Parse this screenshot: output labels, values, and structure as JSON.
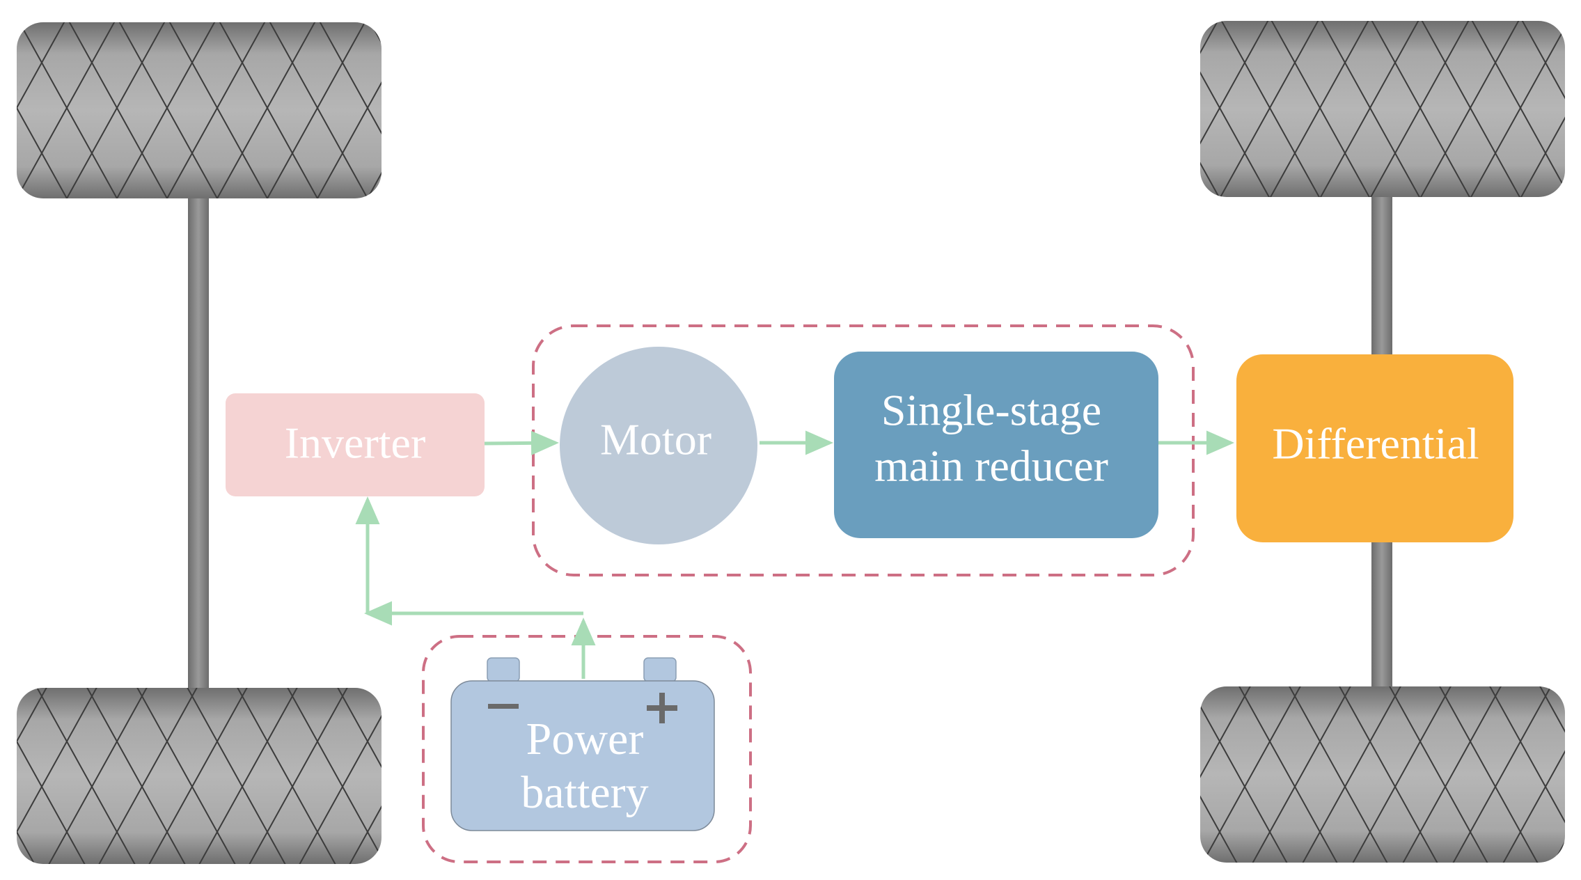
{
  "components": {
    "inverter": {
      "label": "Inverter",
      "color": "#f5d3d3"
    },
    "motor": {
      "label": "Motor",
      "color": "#bdcad8"
    },
    "reducer": {
      "line1": "Single-stage",
      "line2": "main reducer",
      "color": "#6a9ebe"
    },
    "differential": {
      "label": "Differential",
      "color": "#f9b03d"
    },
    "battery": {
      "line1": "Power",
      "line2": "battery",
      "color": "#b2c7df",
      "neg_symbol": "−",
      "pos_symbol": "+"
    }
  },
  "colors": {
    "arrow": "#a8dcb6",
    "dashed_boundary": "#cd6f84",
    "tire": "#8f8f8f",
    "axle": "#7d7d7d"
  },
  "tires": [
    "front-left",
    "rear-left",
    "front-right",
    "rear-right"
  ],
  "connections": [
    {
      "from": "battery",
      "to": "inverter"
    },
    {
      "from": "inverter",
      "to": "motor"
    },
    {
      "from": "motor",
      "to": "reducer"
    },
    {
      "from": "reducer",
      "to": "differential"
    }
  ]
}
